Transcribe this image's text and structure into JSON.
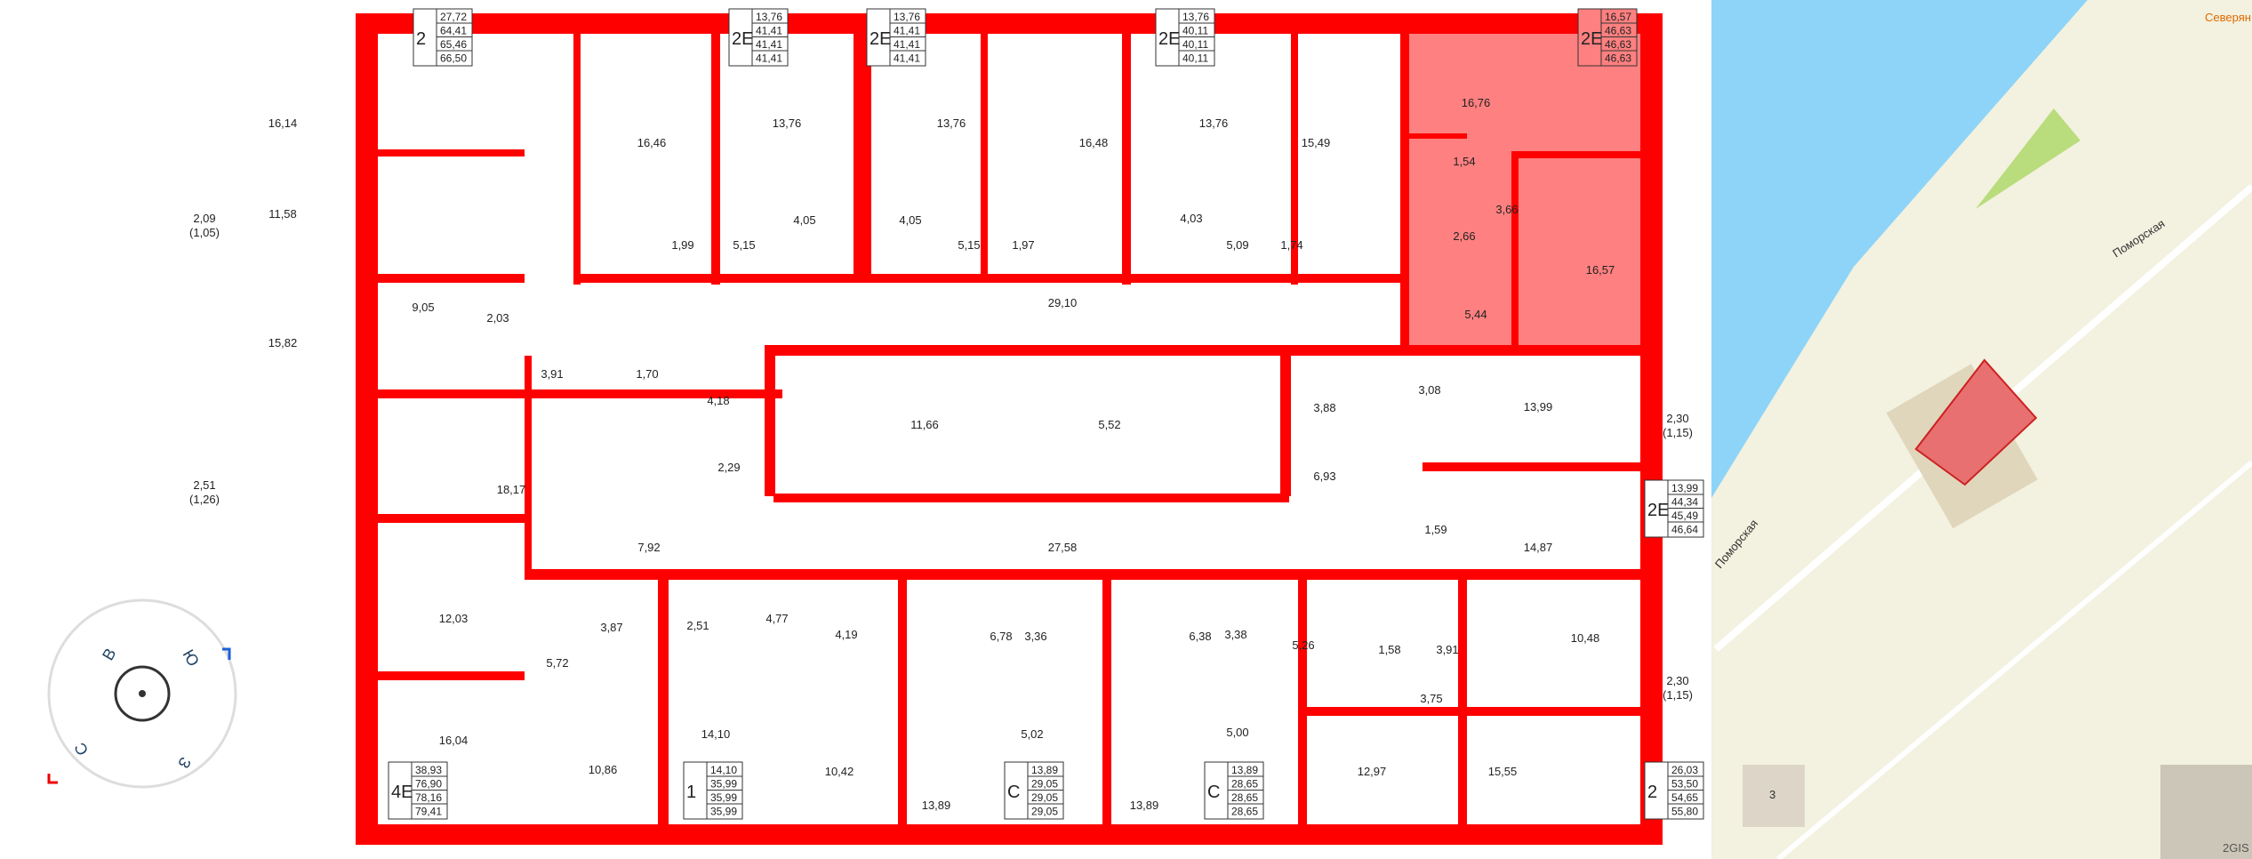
{
  "compass": {
    "letters": [
      "С",
      "В",
      "Ю",
      "З"
    ]
  },
  "highlight_color": "#ff8080",
  "wall_color": "#ff0000",
  "rooms": [
    "16,14",
    "2,09",
    "(1,05)",
    "11,58",
    "15,82",
    "9,05",
    "2,03",
    "3,91",
    "1,70",
    "4,18",
    "16,46",
    "1,99",
    "5,15",
    "13,76",
    "4,05",
    "4,05",
    "13,76",
    "5,15",
    "1,97",
    "16,48",
    "13,76",
    "4,03",
    "5,09",
    "1,74",
    "15,49",
    "16,76",
    "1,54",
    "3,66",
    "2,66",
    "5,44",
    "16,57",
    "29,10",
    "11,66",
    "5,52",
    "3,88",
    "3,08",
    "13,99",
    "2,30",
    "(1,15)",
    "6,93",
    "1,59",
    "14,87",
    "2,29",
    "18,17",
    "7,92",
    "27,58",
    "12,03",
    "3,87",
    "2,51",
    "4,77",
    "4,19",
    "6,78",
    "3,36",
    "6,38",
    "3,38",
    "5,26",
    "1,58",
    "3,91",
    "10,48",
    "2,30",
    "(1,15)",
    "3,75",
    "5,72",
    "16,04",
    "10,86",
    "14,10",
    "10,42",
    "5,02",
    "5,00",
    "13,89",
    "13,89",
    "12,97",
    "15,55",
    "2,51",
    "(1,26)"
  ],
  "apartments": [
    {
      "type": "2",
      "areas": [
        "27,72",
        "64,41",
        "65,46",
        "66,50"
      ]
    },
    {
      "type": "2E",
      "areas": [
        "13,76",
        "41,41",
        "41,41",
        "41,41"
      ]
    },
    {
      "type": "2E",
      "areas": [
        "13,76",
        "41,41",
        "41,41",
        "41,41"
      ]
    },
    {
      "type": "2E",
      "areas": [
        "13,76",
        "40,11",
        "40,11",
        "40,11"
      ]
    },
    {
      "type": "2E",
      "areas": [
        "16,57",
        "46,63",
        "46,63",
        "46,63"
      ],
      "selected": true
    },
    {
      "type": "2E",
      "areas": [
        "13,99",
        "44,34",
        "45,49",
        "46,64"
      ]
    },
    {
      "type": "4E",
      "areas": [
        "38,93",
        "76,90",
        "78,16",
        "79,41"
      ]
    },
    {
      "type": "1",
      "areas": [
        "14,10",
        "35,99",
        "35,99",
        "35,99"
      ]
    },
    {
      "type": "C",
      "areas": [
        "13,89",
        "29,05",
        "29,05",
        "29,05"
      ]
    },
    {
      "type": "C",
      "areas": [
        "13,89",
        "28,65",
        "28,65",
        "28,65"
      ]
    },
    {
      "type": "2",
      "areas": [
        "26,03",
        "53,50",
        "54,65",
        "55,80"
      ]
    }
  ],
  "map": {
    "street_1": "Поморская",
    "street_2": "Поморская",
    "poi": "Северян",
    "building_number": "3",
    "attribution": "2GIS",
    "water_color": "#8dd4f8",
    "land_color": "#f3f1df",
    "park_color": "#b9dc7c"
  }
}
